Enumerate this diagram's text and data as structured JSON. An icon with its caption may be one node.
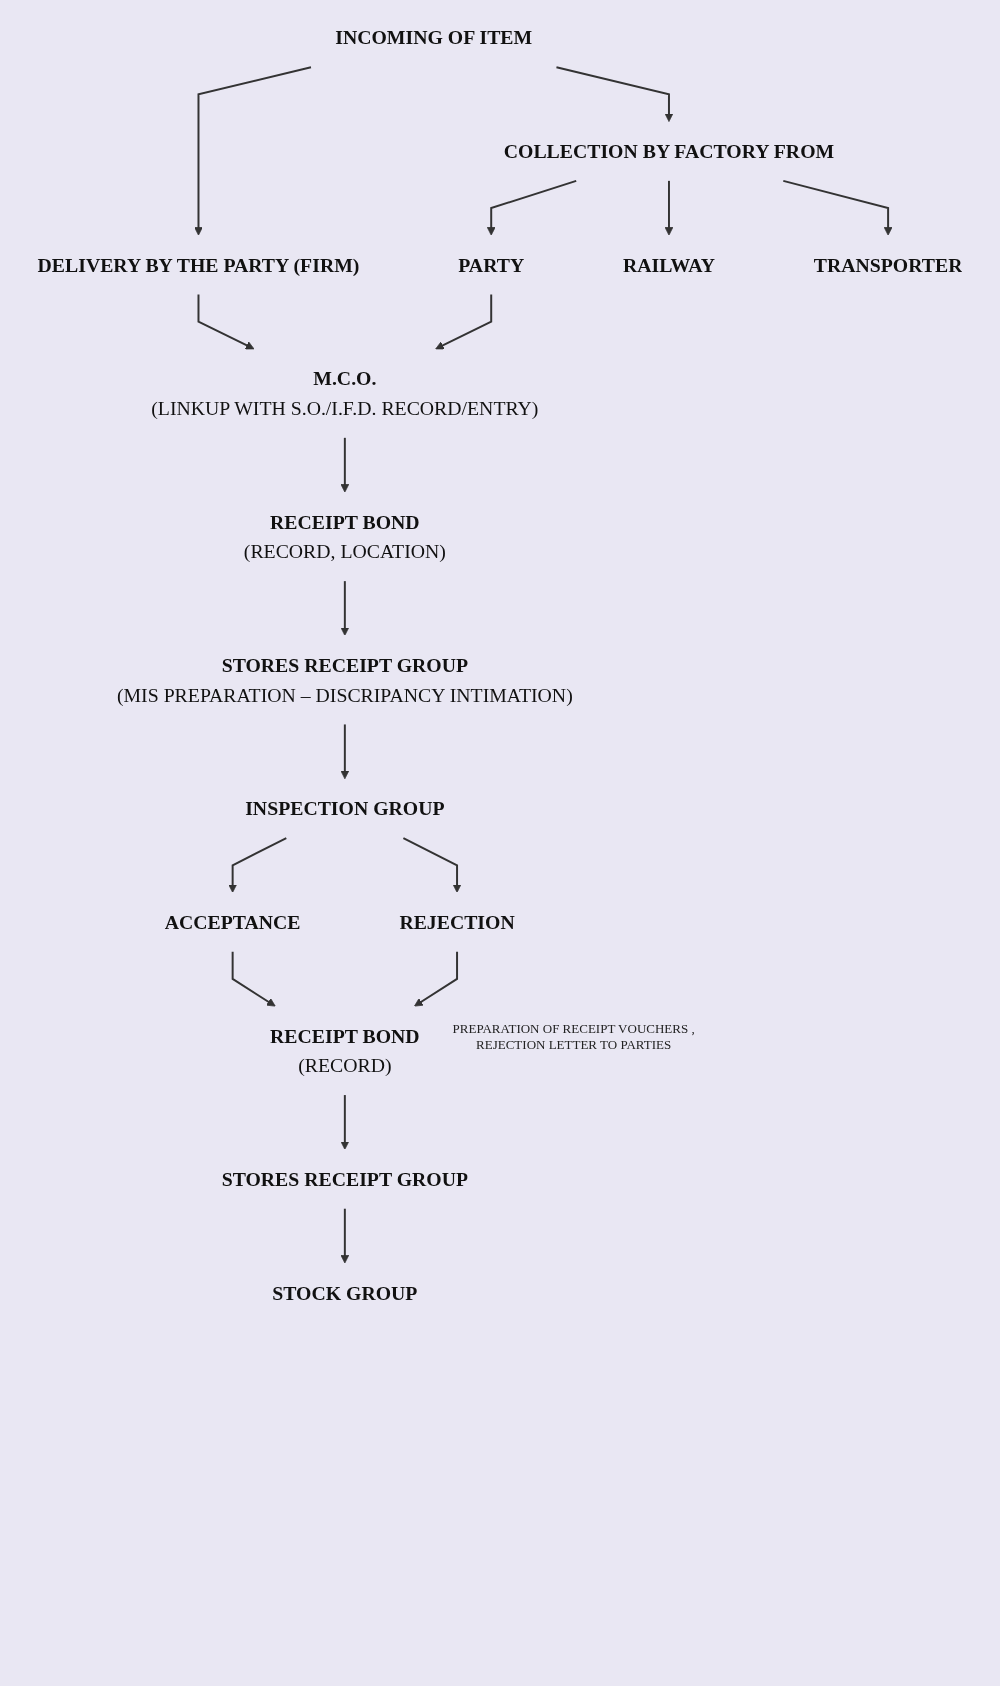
{
  "diagram": {
    "nodes": [
      {
        "text": [
          "INCOMING OF ITEM"
        ]
      },
      {
        "text": [
          "DELIVERY BY THE PARTY (FIRM)"
        ]
      },
      {
        "text": [
          "COLLECTION BY FACTORY FROM"
        ]
      },
      {
        "text": [
          "PARTY"
        ]
      },
      {
        "text": [
          "RAILWAY"
        ]
      },
      {
        "text": [
          "TRANSPORTER"
        ]
      },
      {
        "text": [
          "M.C.O.",
          "(LINKUP WITH S.O./I.F.D. RECORD/ENTRY)"
        ]
      },
      {
        "text": [
          "RECEIPT BOND",
          "(RECORD, LOCATION)"
        ]
      },
      {
        "text": [
          "STORES RECEIPT GROUP",
          "(MIS PREPARATION – DISCRIPANCY INTIMATION)"
        ]
      },
      {
        "text": [
          "INSPECTION GROUP"
        ]
      },
      {
        "text": [
          "ACCEPTANCE"
        ]
      },
      {
        "text": [
          "REJECTION"
        ]
      },
      {
        "text": [
          "RECEIPT BOND",
          "(RECORD)"
        ],
        "beside": [
          "PREPARATION OF RECEIPT VOUCHERS , REJECTION LETTER TO PARTIES"
        ]
      },
      {
        "text": [
          "STORES RECEIPT GROUP"
        ]
      },
      {
        "text": [
          "STOCK GROUP"
        ]
      }
    ],
    "edges": [
      {
        "from": 0,
        "to": 1,
        "arrow": "to"
      },
      {
        "from": 0,
        "to": 2,
        "arrow": "to"
      },
      {
        "from": 2,
        "to": 3,
        "arrow": "to"
      },
      {
        "from": 2,
        "to": 4,
        "arrow": "to"
      },
      {
        "from": 2,
        "to": 5,
        "arrow": "to"
      },
      {
        "from": 1,
        "to": 6,
        "arrow": "to"
      },
      {
        "from": 3,
        "to": 6,
        "arrow": "to"
      },
      {
        "from": 6,
        "to": 7,
        "arrow": "to"
      },
      {
        "from": 7,
        "to": 8,
        "arrow": "to"
      },
      {
        "from": 8,
        "to": 9,
        "arrow": "to"
      },
      {
        "from": 9,
        "to": 10,
        "arrow": "to"
      },
      {
        "from": 9,
        "to": 11,
        "arrow": "to"
      },
      {
        "from": 10,
        "to": 12,
        "arrow": "to"
      },
      {
        "from": 11,
        "to": 12,
        "arrow": "to"
      },
      {
        "from": 12,
        "to": 13,
        "arrow": "to"
      },
      {
        "from": 13,
        "to": 14,
        "arrow": "to"
      }
    ]
  }
}
